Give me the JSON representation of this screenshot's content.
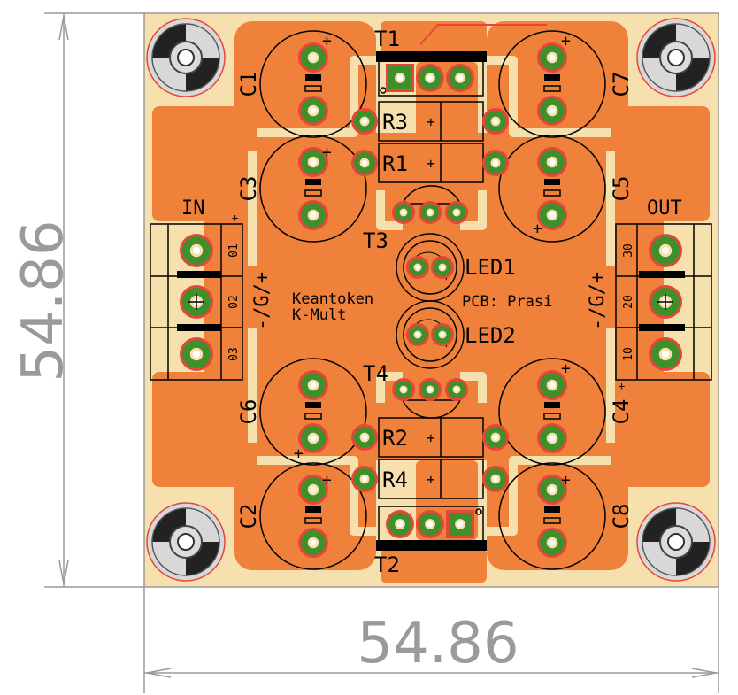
{
  "dimensions": {
    "width": "54.86",
    "height": "54.86"
  },
  "colors": {
    "board": "#f6e0ad",
    "copper": "#f0813a",
    "pad": "#3f8f2a",
    "pad_ring": "#e8453a",
    "silk": "#000000",
    "dim_line": "#9a9a9a"
  },
  "components": {
    "C1": "C1",
    "C2": "C2",
    "C3": "C3",
    "C4": "C4",
    "C5": "C5",
    "C6": "C6",
    "C7": "C7",
    "C8": "C8",
    "T1": "T1",
    "T2": "T2",
    "T3": "T3",
    "T4": "T4",
    "R1": "R1",
    "R2": "R2",
    "R3": "R3",
    "R4": "R4",
    "LED1": "LED1",
    "LED2": "LED2"
  },
  "connectors": {
    "in_label": "IN",
    "out_label": "OUT",
    "in_pins": [
      "01",
      "02",
      "03"
    ],
    "out_pins": [
      "30",
      "20",
      "10"
    ],
    "polarity": "-/G/+"
  },
  "credits": {
    "line1": "Keantoken",
    "line2": "K-Mult",
    "pcb": "PCB: Prasi"
  },
  "plus": "+"
}
